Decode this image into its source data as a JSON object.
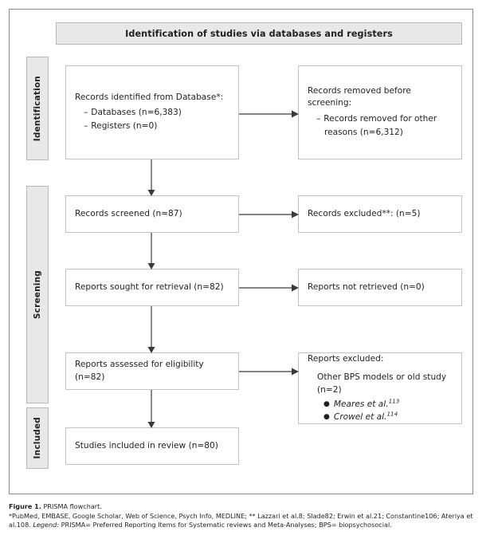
{
  "figure": {
    "header": "Identification of studies via databases and registers",
    "stages": [
      {
        "id": "identification",
        "label": "Identification"
      },
      {
        "id": "screening",
        "label": "Screening"
      },
      {
        "id": "included",
        "label": "Included"
      }
    ],
    "boxes": {
      "records_identified": {
        "title": "Records identified from Database*:",
        "items": [
          "Databases (n=6,383)",
          "Registers (n=0)"
        ]
      },
      "records_removed": {
        "title": "Records removed before screening:",
        "items": [
          "Records removed for other reasons (n=6,312)"
        ]
      },
      "records_screened": {
        "title": "Records screened (n=87)"
      },
      "records_excluded": {
        "title": "Records excluded**: (n=5)"
      },
      "reports_sought": {
        "title": "Reports sought for retrieval (n=82)"
      },
      "reports_not_retrieved": {
        "title": "Reports not retrieved (n=0)"
      },
      "reports_assessed": {
        "title": "Reports assessed for eligibility (n=82)"
      },
      "reports_excluded": {
        "title": "Reports excluded:",
        "subtitle": "Other BPS models or old study (n=2)",
        "references": [
          {
            "text": "Meares et al.",
            "sup": "113"
          },
          {
            "text": "Crowel et al.",
            "sup": "114"
          }
        ]
      },
      "studies_included": {
        "title": "Studies included in review (n=80)"
      }
    },
    "colors": {
      "band_fill": "#e8e8e8",
      "band_border": "#b9b9bb",
      "box_border": "#c3c3c5",
      "frame_border": "#8a8a8d",
      "text": "#231f20",
      "arrow": "#3a3a3c"
    }
  },
  "caption": {
    "figure_number": "Figure 1.",
    "title": "PRISMA flowchart.",
    "footnote_line1": "*PubMed, EMBASE, Google Scholar, Web of Science, Psych Info, MEDLINE; ** Lazzari et al.8; Slade82; Erwin et al.21; Constantine106; Ateriya et al.108.",
    "legend_word": "Legend:",
    "legend_text": "PRISMA= Preferred Reporting Items for Systematic reviews and Meta-Analyses; BPS= biopsychosocial."
  }
}
